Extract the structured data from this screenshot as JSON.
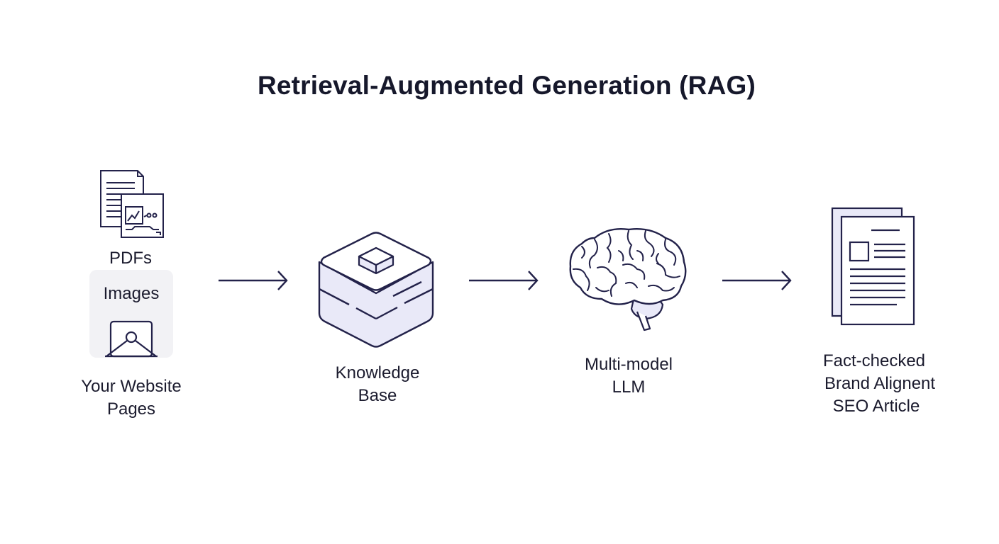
{
  "title": "Retrieval-Augmented Generation (RAG)",
  "sources": {
    "pdfs": "PDFs",
    "images": "Images",
    "website_line1": "Your Website",
    "website_line2": "Pages"
  },
  "knowledge_base": {
    "line1": "Knowledge",
    "line2": "Base"
  },
  "llm": {
    "line1": "Multi-model",
    "line2": "LLM"
  },
  "output": {
    "line1": "Fact-checked",
    "line2": "Brand Alignent",
    "line3": "SEO Article"
  },
  "colors": {
    "stroke": "#23224a",
    "fill_light": "#e9e9f8",
    "panel": "#f2f2f5"
  }
}
